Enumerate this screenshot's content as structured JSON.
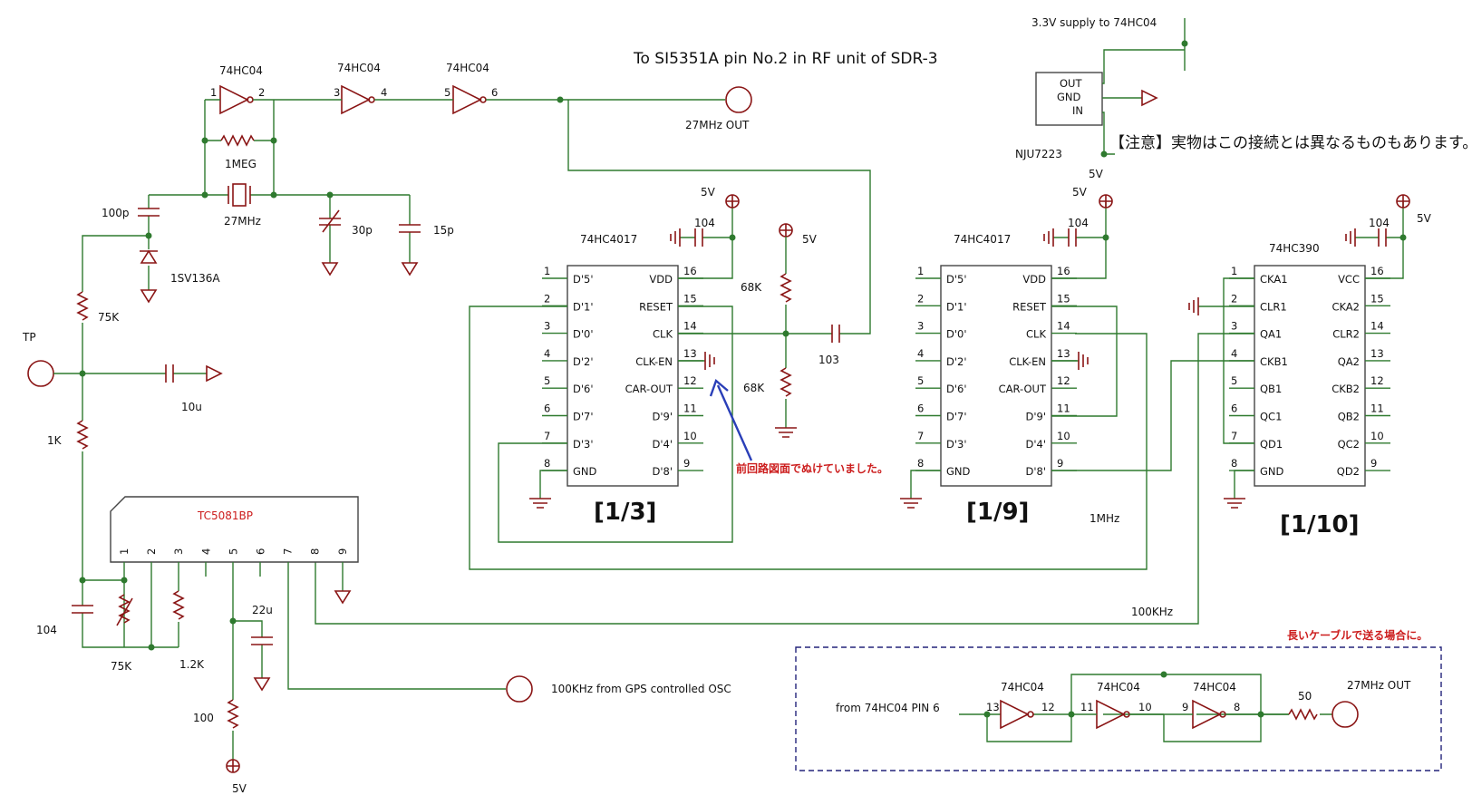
{
  "title": "To SI5351A pin No.2 in RF unit of SDR-3",
  "supply_note": "3.3V supply to 74HC04",
  "caution_note": "【注意】実物はこの接続とは異なるものもあります。",
  "missing_note": "前回路図面でぬけていました。",
  "long_cable_note": "長いケーブルで送る場合に。",
  "ratios": {
    "div3": "[1/3]",
    "div9": "[1/9]",
    "div10": "[1/10]"
  },
  "freqs": {
    "f1mhz": "1MHz",
    "f100k": "100KHz",
    "out27": "27MHz OUT",
    "out27b": "27MHz OUT"
  },
  "osc": {
    "inv1": "74HC04",
    "inv2": "74HC04",
    "inv3": "74HC04",
    "p1": "1",
    "p2": "2",
    "p3": "3",
    "p4": "4",
    "p5": "5",
    "p6": "6",
    "r1meg": "1MEG",
    "xtal": "27MHz",
    "c100p": "100p",
    "c30p": "30p",
    "c15p": "15p",
    "varicap": "1SV136A",
    "r75k": "75K",
    "tp": "TP",
    "c10u": "10u",
    "r1k": "1K"
  },
  "regulator": {
    "name": "NJU7223",
    "out": "OUT",
    "gnd": "GND",
    "in": "IN",
    "v5": "5V"
  },
  "ic1": {
    "name": "74HC4017",
    "v5": "5V",
    "cap": "104",
    "left": [
      [
        "1",
        "D'5'"
      ],
      [
        "2",
        "D'1'"
      ],
      [
        "3",
        "D'0'"
      ],
      [
        "4",
        "D'2'"
      ],
      [
        "5",
        "D'6'"
      ],
      [
        "6",
        "D'7'"
      ],
      [
        "7",
        "D'3'"
      ],
      [
        "8",
        "GND"
      ]
    ],
    "right": [
      [
        "16",
        "VDD"
      ],
      [
        "15",
        "RESET"
      ],
      [
        "14",
        "CLK"
      ],
      [
        "13",
        "CLK-EN"
      ],
      [
        "12",
        "CAR-OUT"
      ],
      [
        "11",
        "D'9'"
      ],
      [
        "10",
        "D'4'"
      ],
      [
        "9",
        "D'8'"
      ]
    ]
  },
  "bias": {
    "v5": "5V",
    "r_top": "68K",
    "r_bot": "68K",
    "cap": "103"
  },
  "ic2": {
    "name": "74HC4017",
    "v5": "5V",
    "cap": "104",
    "left": [
      [
        "1",
        "D'5'"
      ],
      [
        "2",
        "D'1'"
      ],
      [
        "3",
        "D'0'"
      ],
      [
        "4",
        "D'2'"
      ],
      [
        "5",
        "D'6'"
      ],
      [
        "6",
        "D'7'"
      ],
      [
        "7",
        "D'3'"
      ],
      [
        "8",
        "GND"
      ]
    ],
    "right": [
      [
        "16",
        "VDD"
      ],
      [
        "15",
        "RESET"
      ],
      [
        "14",
        "CLK"
      ],
      [
        "13",
        "CLK-EN"
      ],
      [
        "12",
        "CAR-OUT"
      ],
      [
        "11",
        "D'9'"
      ],
      [
        "10",
        "D'4'"
      ],
      [
        "9",
        "D'8'"
      ]
    ]
  },
  "ic3": {
    "name": "74HC390",
    "v5": "5V",
    "cap": "104",
    "left": [
      [
        "1",
        "CKA1"
      ],
      [
        "2",
        "CLR1"
      ],
      [
        "3",
        "QA1"
      ],
      [
        "4",
        "CKB1"
      ],
      [
        "5",
        "QB1"
      ],
      [
        "6",
        "QC1"
      ],
      [
        "7",
        "QD1"
      ],
      [
        "8",
        "GND"
      ]
    ],
    "right": [
      [
        "16",
        "VCC"
      ],
      [
        "15",
        "CKA2"
      ],
      [
        "14",
        "CLR2"
      ],
      [
        "13",
        "QA2"
      ],
      [
        "12",
        "CKB2"
      ],
      [
        "11",
        "QB2"
      ],
      [
        "10",
        "QC2"
      ],
      [
        "9",
        "QD2"
      ]
    ]
  },
  "pll": {
    "name": "TC5081BP",
    "pins": [
      "1",
      "2",
      "3",
      "4",
      "5",
      "6",
      "7",
      "8",
      "9"
    ],
    "c104": "104",
    "r75k": "75K",
    "r1_2k": "1.2K",
    "c22u": "22u",
    "r100": "100",
    "v5": "5V",
    "ref_in": "100KHz from GPS controlled OSC"
  },
  "buffer": {
    "src": "from 74HC04 PIN 6",
    "inv1": "74HC04",
    "inv2": "74HC04",
    "inv3": "74HC04",
    "p13": "13",
    "p12": "12",
    "p11": "11",
    "p10": "10",
    "p9": "9",
    "p8": "8",
    "r50": "50"
  }
}
